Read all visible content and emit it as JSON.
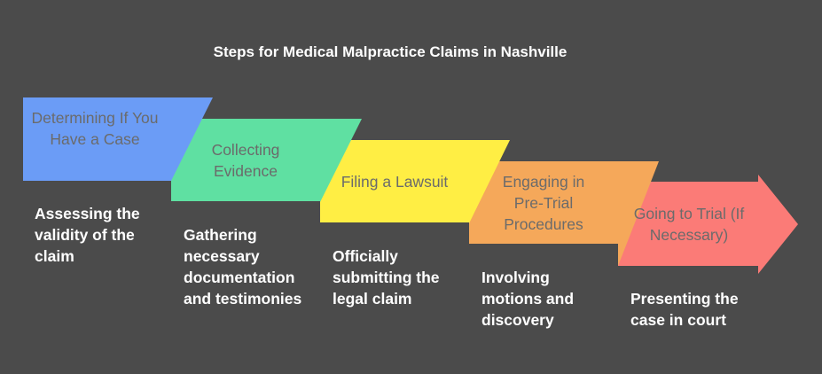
{
  "title": "Steps for Medical Malpractice Claims in Nashville",
  "colors": {
    "background": "#4b4b4b",
    "step_1": "#6b9cf6",
    "step_2": "#5fe0a2",
    "step_3": "#ffee44",
    "step_4": "#f5a85a",
    "step_5": "#fb7b77"
  },
  "steps": [
    {
      "label": "Determining If You Have a Case",
      "description": "Assessing the validity of the claim"
    },
    {
      "label": "Collecting Evidence",
      "description": "Gathering necessary documentation and testimonies"
    },
    {
      "label": "Filing a Lawsuit",
      "description": "Officially submitting the legal claim"
    },
    {
      "label": "Engaging in Pre-Trial Procedures",
      "description": "Involving motions and discovery"
    },
    {
      "label": "Going to Trial (If Necessary)",
      "description": "Presenting the case in court"
    }
  ]
}
